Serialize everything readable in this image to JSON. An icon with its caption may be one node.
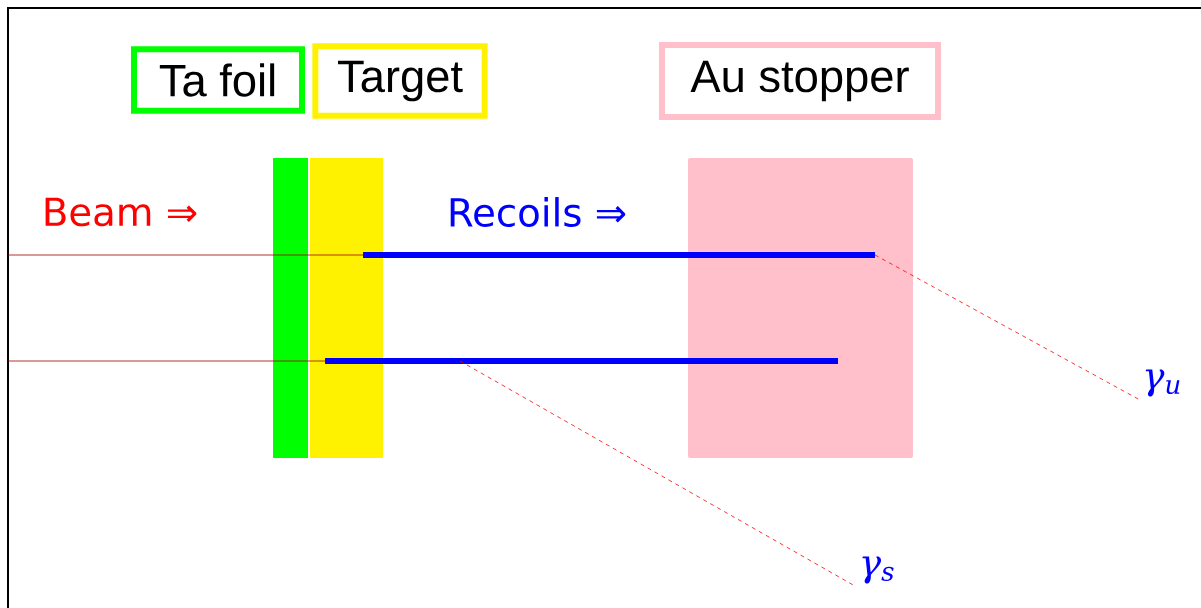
{
  "diagram": {
    "nodes": [
      {
        "text": [
          "Ta foil"
        ]
      },
      {
        "text": [
          "Target"
        ]
      },
      {
        "text": [
          "Au stopper"
        ]
      },
      {
        "text": [],
        "shape": "bar"
      },
      {
        "text": [],
        "shape": "bar"
      },
      {
        "text": [],
        "shape": "box"
      },
      {
        "text": [
          "γ$_{u}$"
        ]
      },
      {
        "text": [
          "γ$_{s}$"
        ]
      }
    ],
    "edges": [
      {
        "from": null,
        "to": 4,
        "arrow": "none",
        "color": "#a00000"
      },
      {
        "from": null,
        "to": 4,
        "arrow": "none",
        "color": "#a00000"
      },
      {
        "from": 4,
        "to": 5,
        "arrow": "none",
        "style": "thick",
        "color": "#0000ff"
      },
      {
        "from": 4,
        "to": 5,
        "arrow": "none",
        "style": "thick",
        "color": "#0000ff"
      },
      {
        "from": 5,
        "to": 6,
        "arrow": "none",
        "style": "dashed",
        "color": "#ff0000"
      },
      {
        "from": null,
        "to": 7,
        "arrow": "none",
        "style": "dashed",
        "color": "#ff0000"
      }
    ],
    "labels": [
      "Beam ⇒",
      "Recoils ⇒"
    ]
  }
}
